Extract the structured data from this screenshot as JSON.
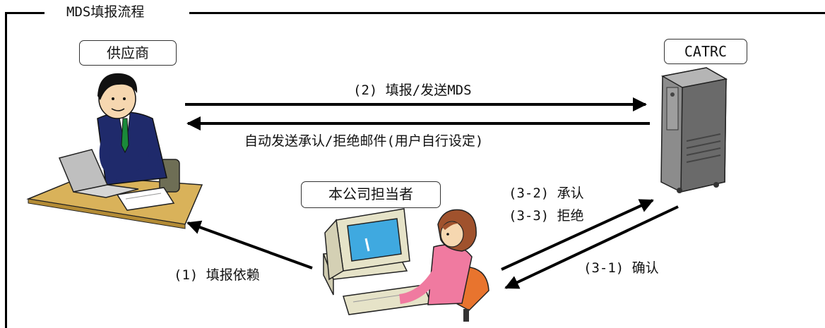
{
  "diagram": {
    "title": "MDS填报流程",
    "roles": {
      "supplier": "供应商",
      "server": "CATRC",
      "staff": "本公司担当者"
    },
    "steps": {
      "step2": "(2) 填报/发送MDS",
      "auto_mail": "自动发送承认/拒绝邮件(用户自行设定)",
      "step1": "(1) 填报依赖",
      "step32": "(3-2) 承认",
      "step33": "(3-3) 拒绝",
      "step31": "(3-1) 确认"
    },
    "colors": {
      "frame": "#000000",
      "arrow": "#000000",
      "suit": "#1f2a6b",
      "tie": "#1a8a3a",
      "desk": "#d9b25a",
      "server": "#7d7d7d",
      "screen": "#3fa9e0",
      "staff_shirt": "#f07aa0",
      "chair": "#e8742e"
    }
  }
}
